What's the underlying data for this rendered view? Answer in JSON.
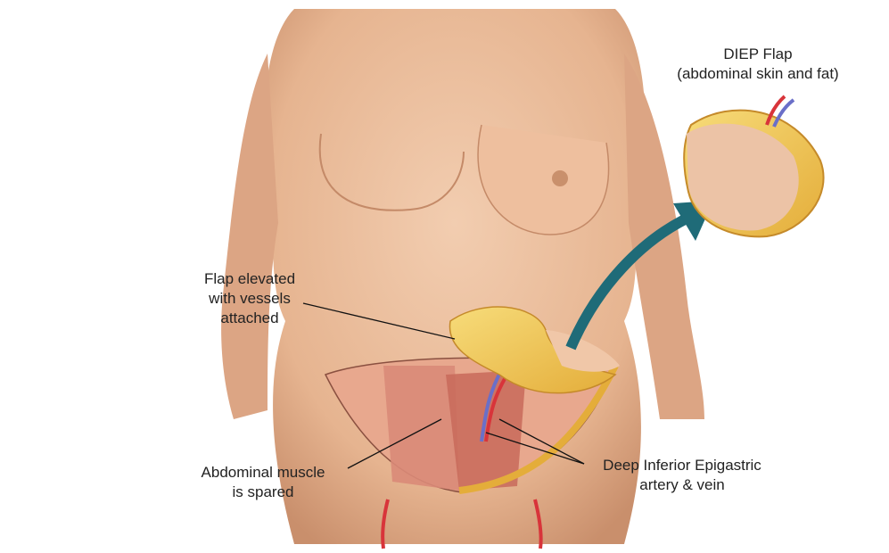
{
  "labels": {
    "flap_title": "DIEP Flap",
    "flap_subtitle": "(abdominal skin and fat)",
    "flap_elevated": [
      "Flap elevated",
      "with vessels",
      "attached"
    ],
    "muscle": [
      "Abdominal muscle",
      "is spared"
    ],
    "vessels": [
      "Deep Inferior Epigastric",
      "artery & vein"
    ]
  },
  "colors": {
    "skin": "#e8b896",
    "skin_shadow": "#c98f6c",
    "fat": "#f0c54e",
    "muscle": "#d98a78",
    "artery": "#d8343a",
    "vein": "#6a6fc8",
    "arrow": "#1f6b78"
  }
}
